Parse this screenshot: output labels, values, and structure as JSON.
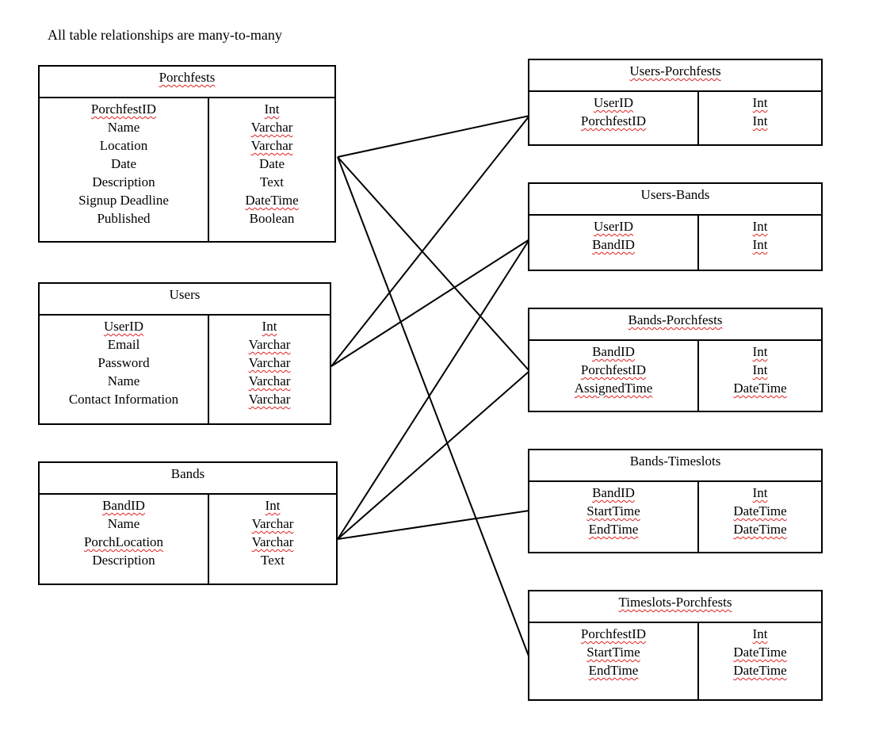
{
  "note": "All table relationships are many-to-many",
  "tables": [
    {
      "id": "porchfests",
      "title": "Porchfests",
      "title_spell": true,
      "rows": [
        {
          "name": "PorchfestID",
          "type": "Int",
          "ns": true,
          "ts": true
        },
        {
          "name": "Name",
          "type": "Varchar",
          "ns": false,
          "ts": true
        },
        {
          "name": "Location",
          "type": "Varchar",
          "ns": false,
          "ts": true
        },
        {
          "name": "Date",
          "type": "Date",
          "ns": false,
          "ts": false
        },
        {
          "name": "Description",
          "type": "Text",
          "ns": false,
          "ts": false
        },
        {
          "name": "Signup Deadline",
          "type": "DateTime",
          "ns": false,
          "ts": true
        },
        {
          "name": "Published",
          "type": "Boolean",
          "ns": false,
          "ts": false
        }
      ]
    },
    {
      "id": "users",
      "title": "Users",
      "title_spell": false,
      "rows": [
        {
          "name": "UserID",
          "type": "Int",
          "ns": true,
          "ts": true
        },
        {
          "name": "Email",
          "type": "Varchar",
          "ns": false,
          "ts": true
        },
        {
          "name": "Password",
          "type": "Varchar",
          "ns": false,
          "ts": true
        },
        {
          "name": "Name",
          "type": "Varchar",
          "ns": false,
          "ts": true
        },
        {
          "name": "Contact Information",
          "type": "Varchar",
          "ns": false,
          "ts": true
        }
      ]
    },
    {
      "id": "bands",
      "title": "Bands",
      "title_spell": false,
      "rows": [
        {
          "name": "BandID",
          "type": "Int",
          "ns": true,
          "ts": true
        },
        {
          "name": "Name",
          "type": "Varchar",
          "ns": false,
          "ts": true
        },
        {
          "name": "PorchLocation",
          "type": "Varchar",
          "ns": true,
          "ts": true
        },
        {
          "name": "Description",
          "type": "Text",
          "ns": false,
          "ts": false
        }
      ]
    },
    {
      "id": "users-porchfests",
      "title": "Users-Porchfests",
      "title_spell": true,
      "rows": [
        {
          "name": "UserID",
          "type": "Int",
          "ns": true,
          "ts": true
        },
        {
          "name": "PorchfestID",
          "type": "Int",
          "ns": true,
          "ts": true
        }
      ]
    },
    {
      "id": "users-bands",
      "title": "Users-Bands",
      "title_spell": false,
      "rows": [
        {
          "name": "UserID",
          "type": "Int",
          "ns": true,
          "ts": true
        },
        {
          "name": "BandID",
          "type": "Int",
          "ns": true,
          "ts": true
        }
      ]
    },
    {
      "id": "bands-porchfests",
      "title": "Bands-Porchfests",
      "title_spell": true,
      "rows": [
        {
          "name": "BandID",
          "type": "Int",
          "ns": true,
          "ts": true
        },
        {
          "name": "PorchfestID",
          "type": "Int",
          "ns": true,
          "ts": true
        },
        {
          "name": "AssignedTime",
          "type": "DateTime",
          "ns": true,
          "ts": true
        }
      ]
    },
    {
      "id": "bands-timeslots",
      "title": "Bands-Timeslots",
      "title_spell": false,
      "rows": [
        {
          "name": "BandID",
          "type": "Int",
          "ns": true,
          "ts": true
        },
        {
          "name": "StartTime",
          "type": "DateTime",
          "ns": true,
          "ts": true
        },
        {
          "name": "EndTime",
          "type": "DateTime",
          "ns": true,
          "ts": true
        }
      ]
    },
    {
      "id": "timeslots-porchfests",
      "title": "Timeslots-Porchfests",
      "title_spell": true,
      "rows": [
        {
          "name": "PorchfestID",
          "type": "Int",
          "ns": true,
          "ts": true
        },
        {
          "name": "StartTime",
          "type": "DateTime",
          "ns": true,
          "ts": true
        },
        {
          "name": "EndTime",
          "type": "DateTime",
          "ns": true,
          "ts": true
        }
      ]
    }
  ],
  "connections": [
    {
      "from": "porchfests",
      "to": "users-porchfests"
    },
    {
      "from": "porchfests",
      "to": "bands-porchfests"
    },
    {
      "from": "porchfests",
      "to": "timeslots-porchfests"
    },
    {
      "from": "users",
      "to": "users-porchfests"
    },
    {
      "from": "users",
      "to": "users-bands"
    },
    {
      "from": "bands",
      "to": "users-bands"
    },
    {
      "from": "bands",
      "to": "bands-porchfests"
    },
    {
      "from": "bands",
      "to": "bands-timeslots"
    }
  ],
  "colors": {
    "line": "#000000",
    "spell_underline": "#e02020"
  }
}
